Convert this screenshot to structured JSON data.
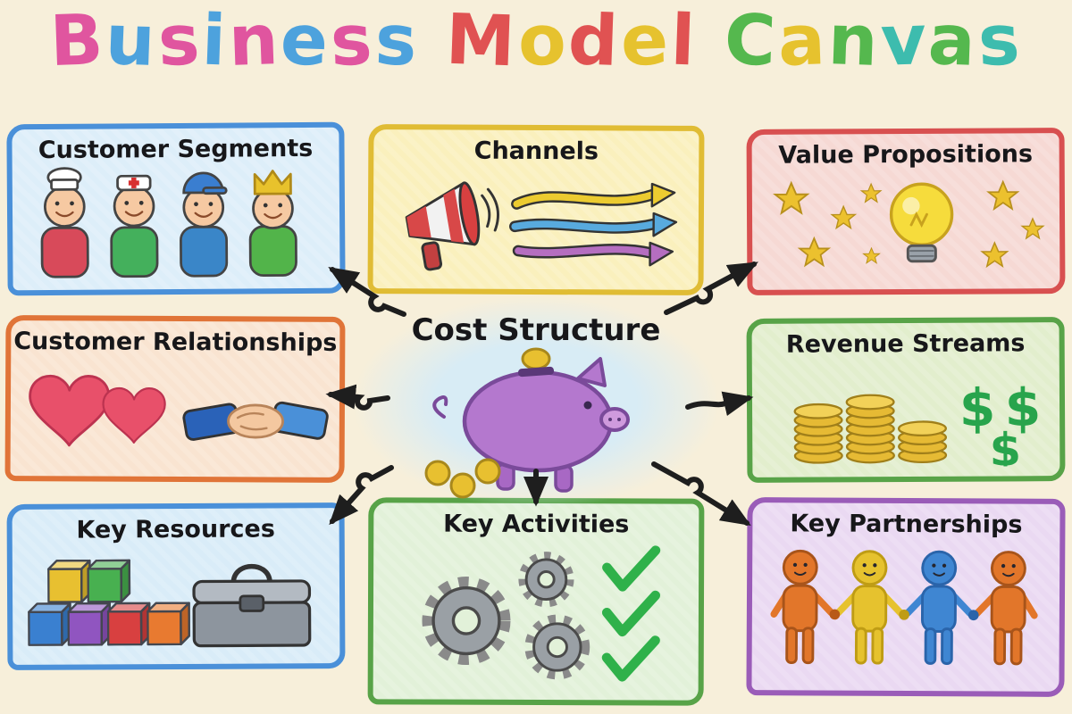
{
  "title": {
    "text": "Business Model Canvas",
    "letters": [
      {
        "ch": "B",
        "color": "#e0559f"
      },
      {
        "ch": "u",
        "color": "#4da2dd"
      },
      {
        "ch": "s",
        "color": "#e0559f"
      },
      {
        "ch": "i",
        "color": "#4da2dd"
      },
      {
        "ch": "n",
        "color": "#e0559f"
      },
      {
        "ch": "e",
        "color": "#4da2dd"
      },
      {
        "ch": "s",
        "color": "#e0559f"
      },
      {
        "ch": "s",
        "color": "#4da2dd"
      },
      {
        "ch": " "
      },
      {
        "ch": "M",
        "color": "#e05252"
      },
      {
        "ch": "o",
        "color": "#e6c22e"
      },
      {
        "ch": "d",
        "color": "#e05252"
      },
      {
        "ch": "e",
        "color": "#e6c22e"
      },
      {
        "ch": "l",
        "color": "#e05252"
      },
      {
        "ch": " "
      },
      {
        "ch": "C",
        "color": "#55b84e"
      },
      {
        "ch": "a",
        "color": "#e6c22e"
      },
      {
        "ch": "n",
        "color": "#55b84e"
      },
      {
        "ch": "v",
        "color": "#3dbcae"
      },
      {
        "ch": "a",
        "color": "#55b84e"
      },
      {
        "ch": "s",
        "color": "#3dbcae"
      }
    ]
  },
  "center": {
    "label": "Cost Structure",
    "icons": [
      "piggy-bank-icon",
      "gold-coins-icon"
    ],
    "arrows_to": [
      "Customer Segments",
      "Value Propositions",
      "Customer Relationships",
      "Revenue Streams",
      "Key Resources",
      "Key Activities",
      "Key Partnerships"
    ]
  },
  "glyphs": {
    "dollar": "$"
  },
  "boxes": {
    "customer_segments": {
      "label": "Customer Segments",
      "border": "#4a90d9",
      "fill": "#ddeef9",
      "icons": [
        "chef-person-icon",
        "nurse-person-icon",
        "cap-person-icon",
        "king-person-icon"
      ]
    },
    "channels": {
      "label": "Channels",
      "border": "#e0bc34",
      "fill": "#faf0bd",
      "icons": [
        "megaphone-icon",
        "arrow-yellow-icon",
        "arrow-blue-icon",
        "arrow-purple-icon"
      ]
    },
    "value_propositions": {
      "label": "Value Propositions",
      "border": "#d85050",
      "fill": "#f6d9d4",
      "icons": [
        "stars-icon",
        "lightbulb-icon"
      ]
    },
    "customer_relationships": {
      "label": "Customer Relationships",
      "border": "#e07438",
      "fill": "#f9e4d1",
      "icons": [
        "hearts-icon",
        "handshake-icon"
      ]
    },
    "revenue_streams": {
      "label": "Revenue Streams",
      "border": "#58a348",
      "fill": "#e2eecd",
      "icons": [
        "coin-stacks-icon",
        "dollar-signs-icon"
      ]
    },
    "key_resources": {
      "label": "Key Resources",
      "border": "#4a90d9",
      "fill": "#d9ecf8",
      "icons": [
        "building-blocks-icon",
        "toolbox-icon"
      ]
    },
    "key_activities": {
      "label": "Key Activities",
      "border": "#58a348",
      "fill": "#e2f1d9",
      "icons": [
        "gears-icon",
        "checkmarks-icon"
      ]
    },
    "key_partnerships": {
      "label": "Key Partnerships",
      "border": "#9a5cb8",
      "fill": "#ead9f2",
      "icons": [
        "people-holding-hands-icon"
      ]
    }
  }
}
